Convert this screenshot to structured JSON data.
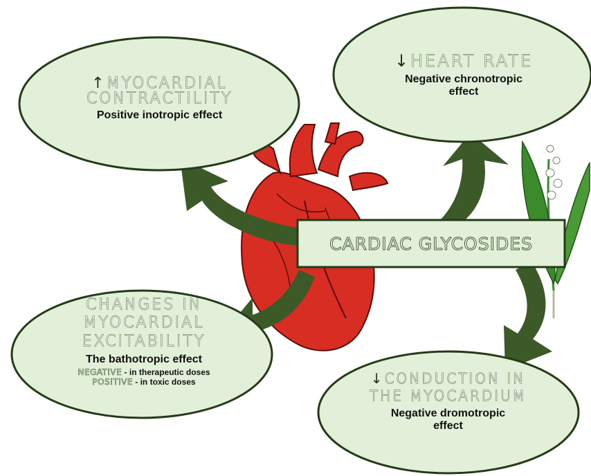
{
  "center": {
    "label": "CARDIAC GLYCOSIDES"
  },
  "nodes": {
    "contractility": {
      "arrow": "↑",
      "title": "MYOCARDIAL CONTRACTILITY",
      "effect": "Positive inotropic effect"
    },
    "heart_rate": {
      "arrow": "↓",
      "title": "HEART RATE",
      "effect": "Negative chronotropic effect"
    },
    "excitability": {
      "title": "CHANGES IN MYOCARDIAL EXCITABILITY",
      "effect": "The bathotropic effect",
      "negative_word": "NEGATIVE",
      "negative_detail": " - in therapeutic doses",
      "positive_word": "POSITIVE",
      "positive_detail": " - in toxic doses"
    },
    "conduction": {
      "arrow": "↓",
      "title": "CONDUCTION IN THE MYOCARDIUM",
      "effect": "Negative dromotropic effect"
    }
  },
  "colors": {
    "oval_fill": "#e2efd9",
    "oval_stroke": "#233b16",
    "arrow_fill": "#3b5a28",
    "heart": "#d72d22",
    "leaf": "#3b8a2c"
  },
  "images": [
    "heart-illustration",
    "lily-of-the-valley-illustration"
  ]
}
